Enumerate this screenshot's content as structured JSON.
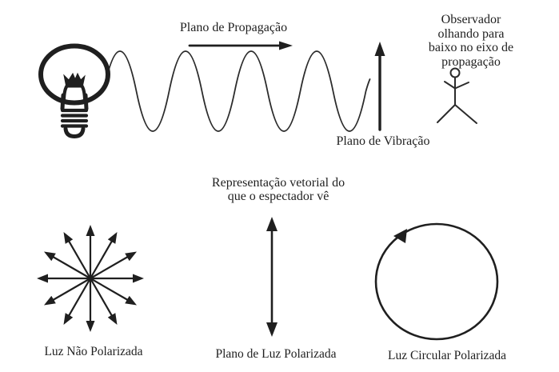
{
  "colors": {
    "ink": "#1f1f1f",
    "background": "#ffffff"
  },
  "top_section": {
    "propagation_plane_label": "Plano de Propagação",
    "vibration_plane_label": "Plano de Vibração",
    "observer_caption_lines": [
      "Observador olhando para",
      "baixo no eixo de",
      "propagação"
    ],
    "icons": {
      "light_bulb": "light-bulb-icon",
      "sine_wave": "sine-wave-curve",
      "propagation_arrow": "right-arrow-icon",
      "vibration_arrow": "up-arrow-icon",
      "observer": "stick-figure-icon"
    }
  },
  "bottom_section": {
    "vector_caption_lines": [
      "Representação vetorial do",
      "que o espectador vê"
    ],
    "unpolarized_label": "Luz Não Polarizada",
    "plane_polarized_label": "Plano de Luz Polarizada",
    "circular_polarized_label": "Luz Circular Polarizada",
    "icons": {
      "unpolarized": "radial-arrows-icon",
      "plane_polarized": "vertical-double-arrow-icon",
      "circular_polarized": "circular-arrow-icon"
    }
  }
}
